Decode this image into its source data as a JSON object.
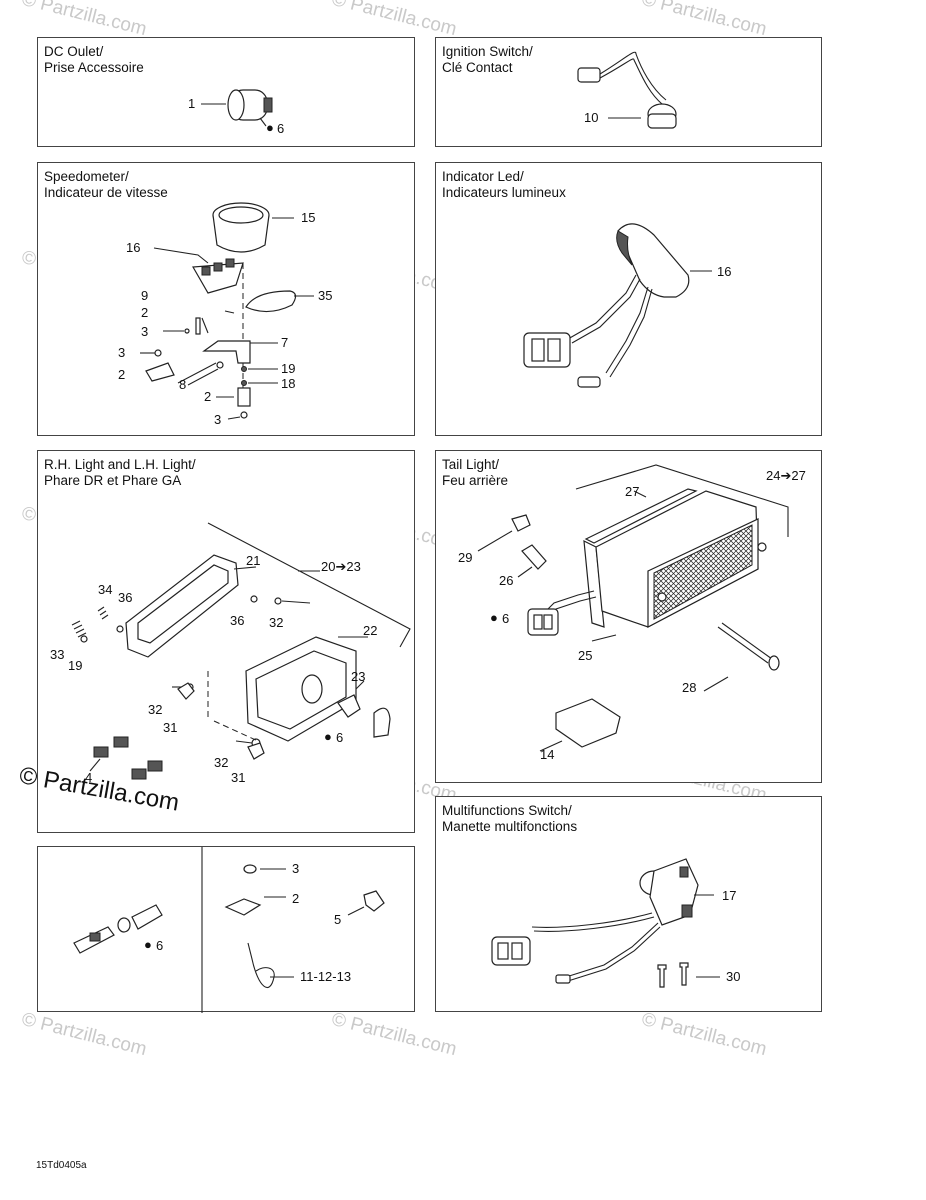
{
  "watermark": "© Partzilla.com",
  "watermark_main": "© Partzilla.com",
  "footer_code": "15Td0405a",
  "drop_icon": "oil-drop-icon",
  "panels": {
    "dc_outlet": {
      "title": "DC Oulet/\nPrise Accessoire",
      "labels": [
        "1",
        "6"
      ]
    },
    "ignition": {
      "title": "Ignition Switch/\nClé Contact",
      "labels": [
        "10"
      ]
    },
    "speedometer": {
      "title": "Speedometer/\nIndicateur de vitesse",
      "labels": [
        "15",
        "16",
        "35",
        "9",
        "2",
        "3",
        "7",
        "3",
        "19",
        "2",
        "8",
        "18",
        "2",
        "3"
      ]
    },
    "indicator": {
      "title": "Indicator Led/\nIndicateurs lumineux",
      "labels": [
        "16"
      ]
    },
    "lights": {
      "title": "R.H. Light and L.H. Light/\nPhare DR et Phare GA",
      "labels": [
        "21",
        "20➔23",
        "34",
        "36",
        "36",
        "32",
        "22",
        "33",
        "19",
        "23",
        "6",
        "32",
        "31",
        "32",
        "4",
        "31"
      ]
    },
    "tail": {
      "title": "Tail Light/\nFeu arrière",
      "labels": [
        "27",
        "24➔27",
        "29",
        "26",
        "6",
        "25",
        "28",
        "14"
      ]
    },
    "misc": {
      "labels": [
        "6",
        "3",
        "2",
        "5",
        "11-12-13"
      ]
    },
    "multi": {
      "title": "Multifunctions Switch/\nManette multifonctions",
      "labels": [
        "17",
        "30"
      ]
    }
  }
}
